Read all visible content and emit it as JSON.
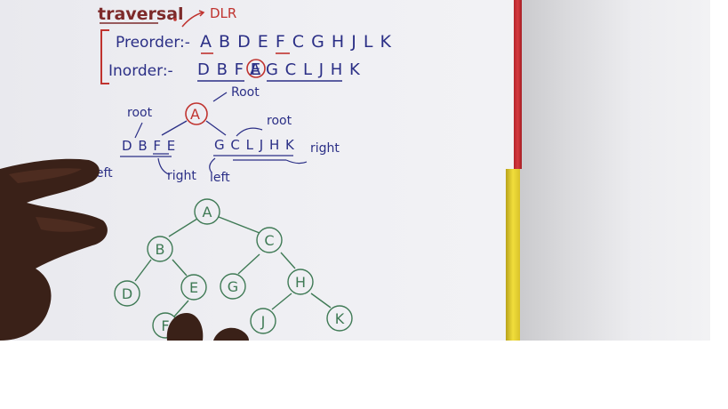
{
  "notes": {
    "heading": "traversal",
    "dlr_label": "DLR",
    "preorder_label": "Preorder:-",
    "preorder_seq": "A B D E F C G H J L K",
    "inorder_label": "Inorder:-",
    "inorder_left": "D B F E",
    "inorder_root": "A",
    "inorder_right": "G C L J H K",
    "root_main_label": "Root",
    "root_left_label": "root",
    "root_right_label": "root",
    "sub_left_seq": "D B F E",
    "sub_right_seq": "G C L J H K",
    "right_label_1": "right",
    "right_label_2": "right",
    "left_label_1": "left",
    "left_label_2": "left"
  },
  "tree": {
    "nodes": [
      {
        "id": "A",
        "label": "A"
      },
      {
        "id": "B",
        "label": "B"
      },
      {
        "id": "C",
        "label": "C"
      },
      {
        "id": "D",
        "label": "D"
      },
      {
        "id": "E",
        "label": "E"
      },
      {
        "id": "G",
        "label": "G"
      },
      {
        "id": "H",
        "label": "H"
      },
      {
        "id": "F",
        "label": "F"
      },
      {
        "id": "J",
        "label": "J"
      },
      {
        "id": "K",
        "label": "K"
      }
    ]
  },
  "colors": {
    "ink_blue": "#2b2f86",
    "ink_red": "#c0332f",
    "ink_green": "#3f7a55",
    "paper": "#eeeef2",
    "skin": "#3a2118"
  }
}
